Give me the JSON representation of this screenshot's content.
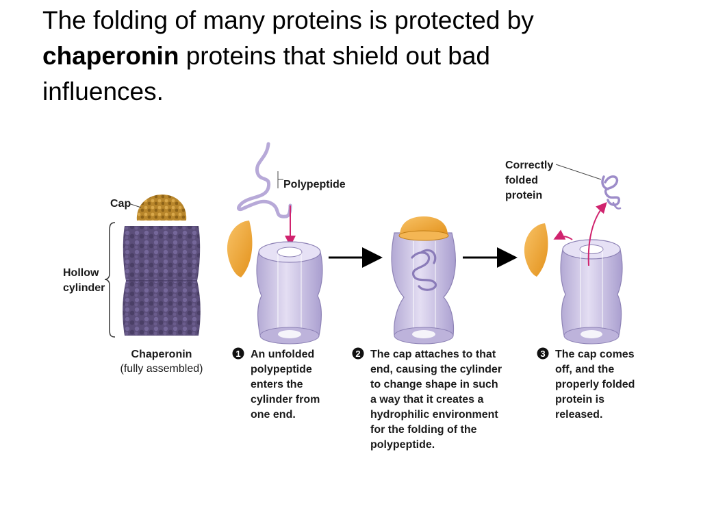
{
  "title": {
    "line1": "The folding of many proteins is protected by",
    "bold_word": "chaperonin",
    "line2_rest": " proteins that shield out bad",
    "line3": "influences."
  },
  "labels": {
    "cap": "Cap",
    "hollow_cylinder": [
      "Hollow",
      "cylinder"
    ],
    "chaperonin": "Chaperonin",
    "fully_assembled": "(fully assembled)",
    "polypeptide": "Polypeptide",
    "correctly_folded_protein": [
      "Correctly",
      "folded",
      "protein"
    ]
  },
  "steps": [
    {
      "number": "1",
      "lines": [
        "An unfolded",
        "polypeptide",
        "enters the",
        "cylinder from",
        "one end."
      ]
    },
    {
      "number": "2",
      "lines": [
        "The cap attaches to that",
        "end, causing the cylinder",
        "to change shape in such",
        "a way that it creates a",
        "hydrophilic environment",
        "for the folding of the",
        "polypeptide."
      ]
    },
    {
      "number": "3",
      "lines": [
        "The cap comes",
        "off, and the",
        "properly folded",
        "protein is",
        "released."
      ]
    }
  ],
  "colors": {
    "cap_orange": "#f2a93b",
    "cylinder_lavender": "#cbc3e3",
    "chaperonin_purple": "#5c4f7a",
    "cap_brown": "#b8862b",
    "arrow_magenta": "#d0236e",
    "polypeptide_lavender": "#b7a9d8"
  }
}
